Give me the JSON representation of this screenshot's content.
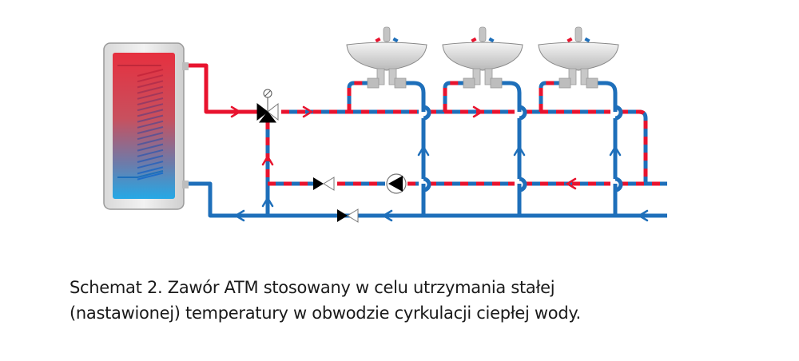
{
  "diagram": {
    "title": "Hot water circulation scheme with ATM valve",
    "components": {
      "tank": "hot-water-storage-tank",
      "mixing_valve": "ATM-thermostatic-mixing-valve",
      "pump": "circulation-pump",
      "check_valves": 2,
      "sinks": 3
    },
    "colors": {
      "hot": "#e8132e",
      "cold": "#1e6fba",
      "tank_top": "#e43a4a",
      "tank_bottom": "#2aa4e0",
      "fixture_gray": "#c8c8c8"
    }
  },
  "caption": {
    "line1": "Schemat 2. Zawór ATM stosowany w celu utrzymania stałej",
    "line2": "(nastawionej) temperatury w obwodzie cyrkulacji ciepłej wody."
  }
}
